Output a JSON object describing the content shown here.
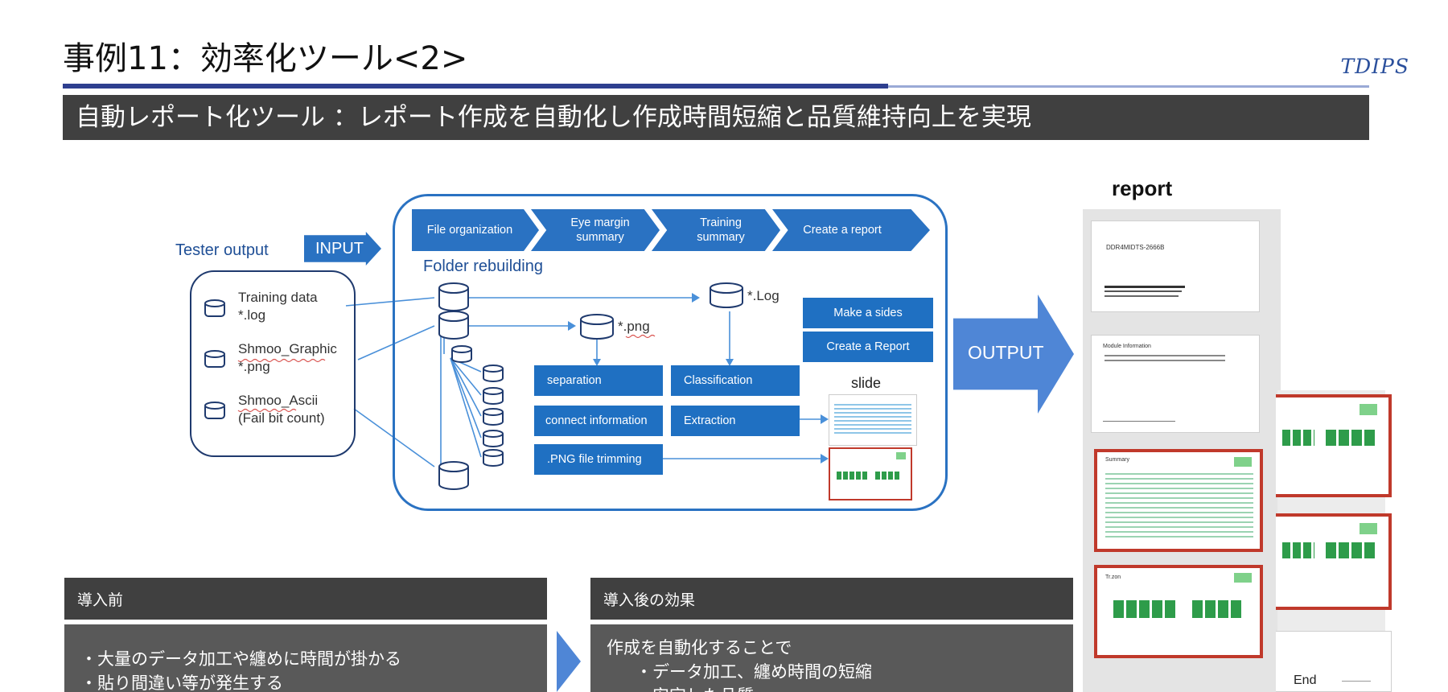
{
  "header": {
    "title": "事例11：効率化ツール<2>",
    "logo": "TDIPS",
    "banner": "自動レポート化ツール ：レポート作成を自動化し作成時間短縮と品質維持向上を実現"
  },
  "diagram": {
    "tester_output_label": "Tester output",
    "input_label": "INPUT",
    "sources": [
      {
        "name": "Training data",
        "ext": "*.log"
      },
      {
        "name": "Shmoo_Graphic",
        "ext": "*.png"
      },
      {
        "name": "Shmoo_Ascii",
        "ext": "(Fail bit count)"
      }
    ],
    "steps": [
      "File organization",
      "Eye margin summary",
      "Training summary",
      "Create a report"
    ],
    "folder_rebuilding": "Folder rebuilding",
    "log_label": "*.Log",
    "png_label": "*.png",
    "process": {
      "separation": "separation",
      "connect": "connect information",
      "trimming": ".PNG  file trimming",
      "classification": "Classification",
      "extraction": "Extraction"
    },
    "actions": {
      "make_slides": "Make a sides",
      "create_report": "Create a Report"
    },
    "slide_label": "slide",
    "output_label": "OUTPUT",
    "report_label": "report",
    "end_label": "End",
    "report_page1_text": "DDR4MIDTS-2666B",
    "report_page2_text": "Module Information",
    "report_page3_text": "Summary",
    "report_page4_text": "Tr.zon"
  },
  "before": {
    "heading": "導入前",
    "items": [
      "・大量のデータ加工や纏めに時間が掛かる",
      "・貼り間違い等が発生する"
    ]
  },
  "after": {
    "heading": "導入後の効果",
    "lead": "作成を自動化することで",
    "items": [
      "・データ加工、纏め時間の短縮",
      "・安定した品質"
    ]
  },
  "colors": {
    "flow_blue": "#2a72c2",
    "box_blue": "#1f70c2",
    "output_arrow": "#4f86d6",
    "banner": "#404040",
    "slide_frame": "#c0392b"
  }
}
